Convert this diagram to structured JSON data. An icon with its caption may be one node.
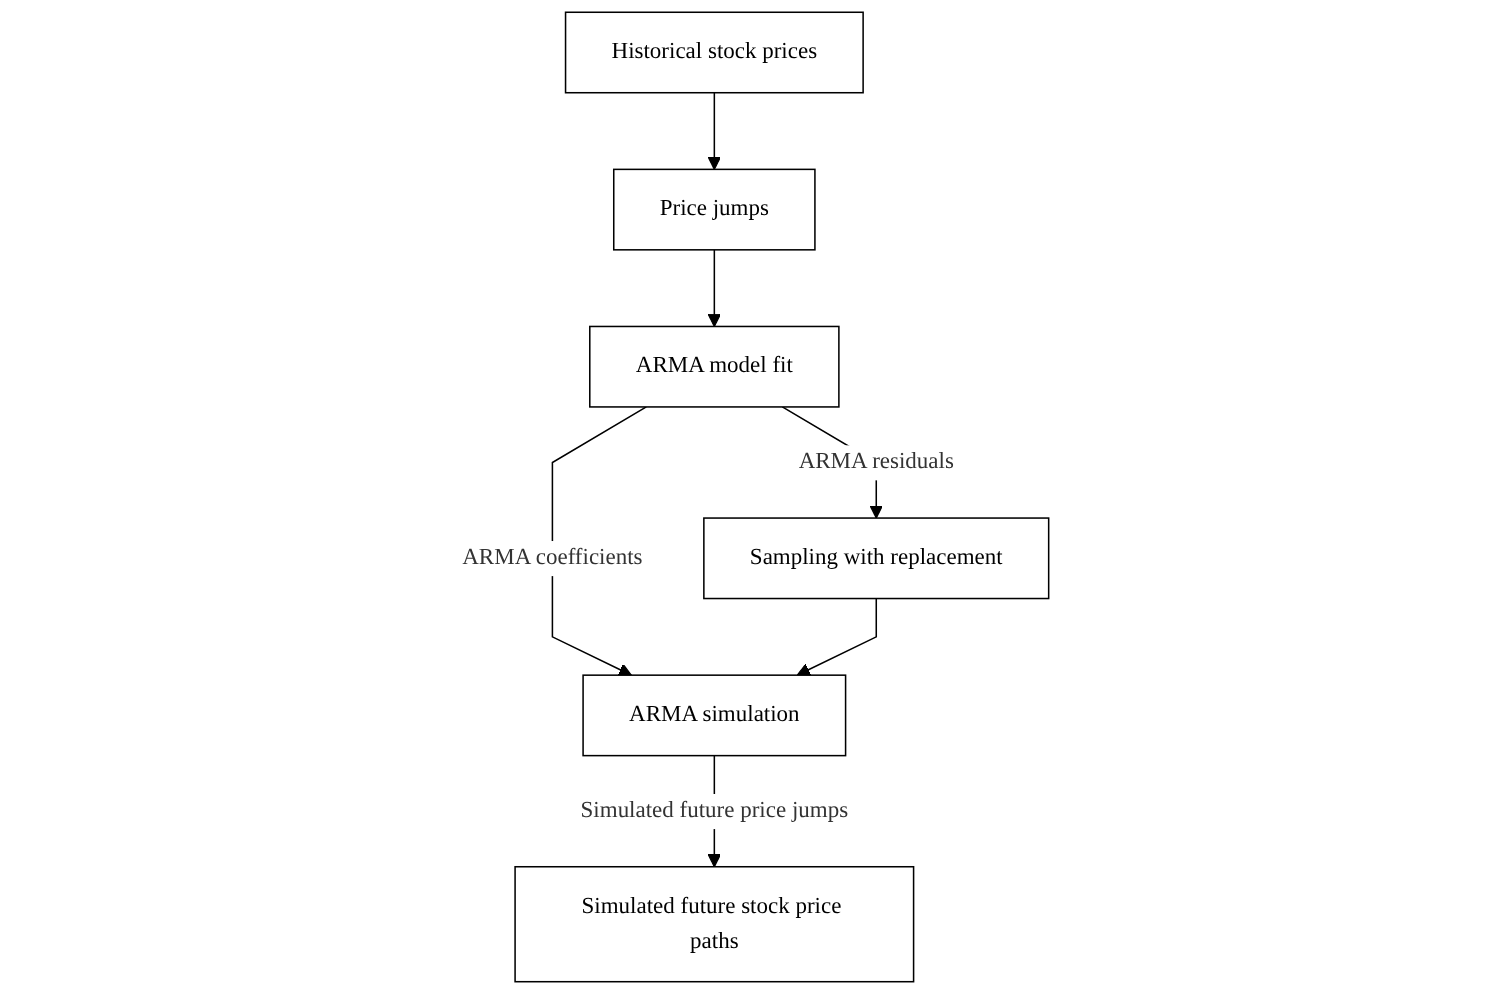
{
  "diagram": {
    "nodes": [
      {
        "text": [
          "Historical stock prices"
        ]
      },
      {
        "text": [
          "Price jumps"
        ]
      },
      {
        "text": [
          "ARMA model fit"
        ]
      },
      {
        "text": [
          "Sampling with replacement"
        ]
      },
      {
        "text": [
          "ARMA simulation"
        ]
      },
      {
        "text": [
          "Simulated future stock price paths"
        ]
      }
    ],
    "edges": [
      {
        "from": 0,
        "to": 1,
        "arrow": "to"
      },
      {
        "from": 1,
        "to": 2,
        "arrow": "to"
      },
      {
        "from": 2,
        "to": 3,
        "label": "ARMA residuals",
        "arrow": "to"
      },
      {
        "from": 2,
        "to": 4,
        "label": "ARMA coefficients",
        "arrow": "to"
      },
      {
        "from": 3,
        "to": 4,
        "arrow": "to"
      },
      {
        "from": 4,
        "to": 5,
        "label": "Simulated future price jumps",
        "arrow": "to"
      }
    ]
  }
}
